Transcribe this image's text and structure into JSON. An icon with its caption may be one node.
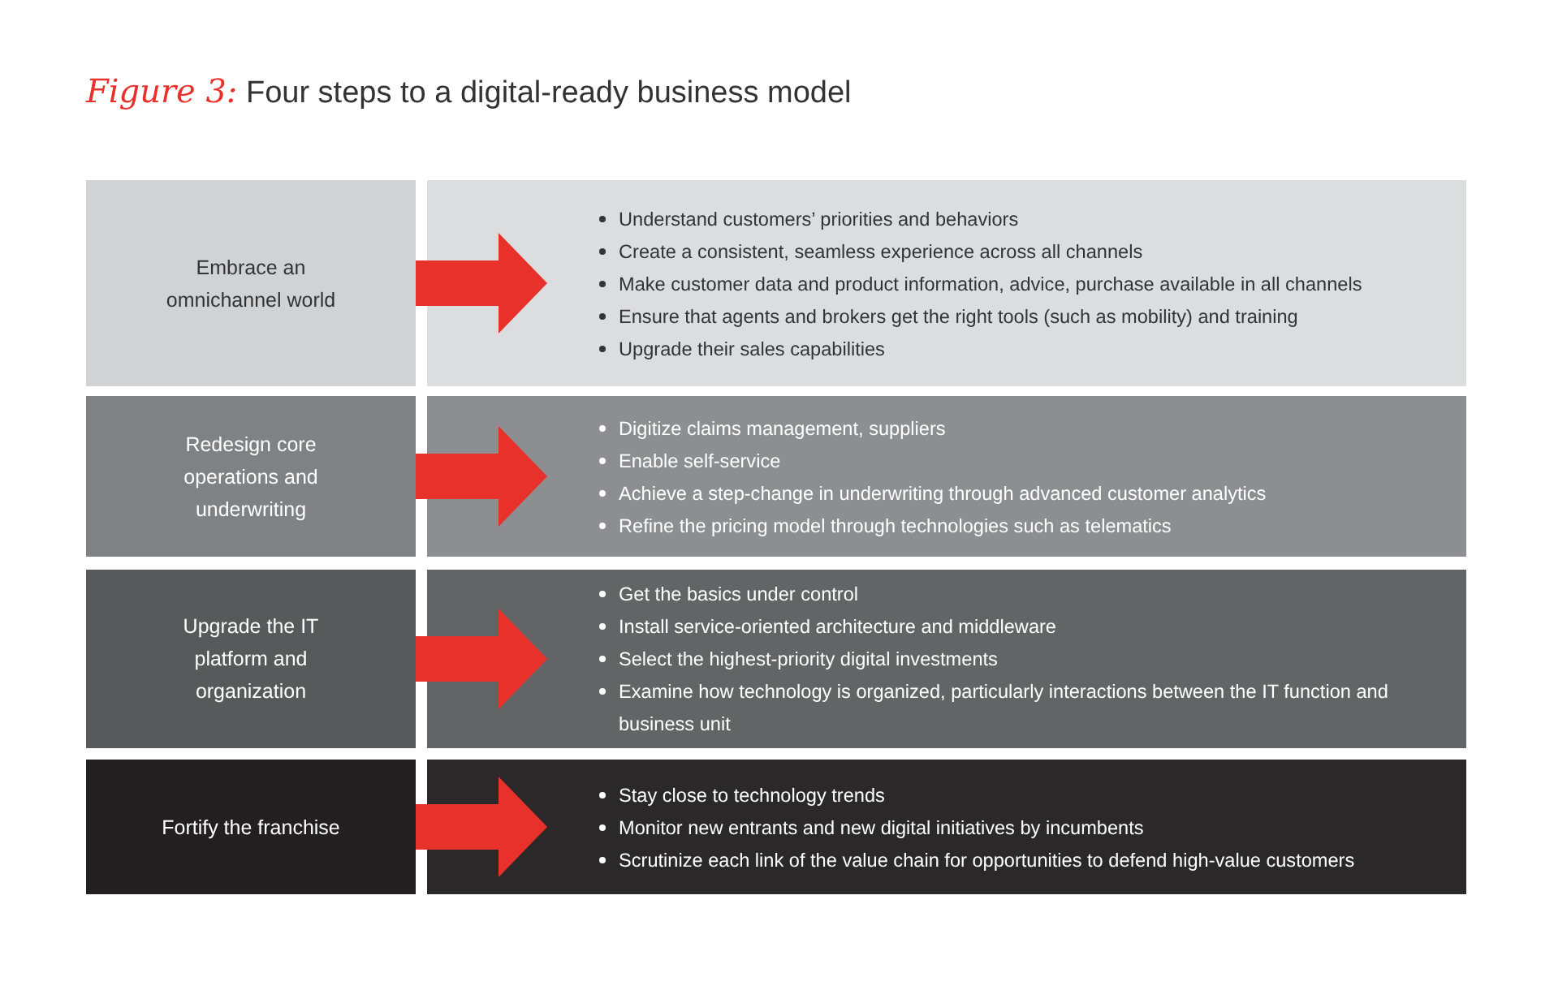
{
  "diagram": {
    "title": "*Figure 3:* Four steps to a digital-ready business model",
    "nodes": [
      {
        "text": [
          "Embrace an omnichannel world"
        ]
      },
      {
        "text": [
          "Understand customers’ priorities and behaviors",
          "Create a consistent, seamless experience across all channels",
          "Make customer data and product information, advice, purchase available in all channels",
          "Ensure that agents and brokers get the right tools (such as mobility) and training",
          "Upgrade their sales capabilities"
        ]
      },
      {
        "text": [
          "Redesign core operations and underwriting"
        ]
      },
      {
        "text": [
          "Digitize claims management, suppliers",
          "Enable self-service",
          "Achieve a step-change in underwriting through advanced customer analytics",
          "Refine the pricing model through technologies such as telematics"
        ]
      },
      {
        "text": [
          "Upgrade the IT platform and organization"
        ]
      },
      {
        "text": [
          "Get the basics under control",
          "Install service-oriented architecture and middleware",
          "Select the highest-priority digital investments",
          "Examine how technology is organized, particularly interactions between the IT function and business unit"
        ]
      },
      {
        "text": [
          "Fortify the franchise"
        ]
      },
      {
        "text": [
          "Stay close to technology trends",
          "Monitor new entrants and new digital initiatives by incumbents",
          "Scrutinize each link of the value chain for opportunities to defend high-value customers"
        ]
      }
    ],
    "edges": [
      {
        "from": 0,
        "to": 1,
        "arrow": "to"
      },
      {
        "from": 2,
        "to": 3,
        "arrow": "to"
      },
      {
        "from": 4,
        "to": 5,
        "arrow": "to"
      },
      {
        "from": 6,
        "to": 7,
        "arrow": "to"
      }
    ]
  }
}
